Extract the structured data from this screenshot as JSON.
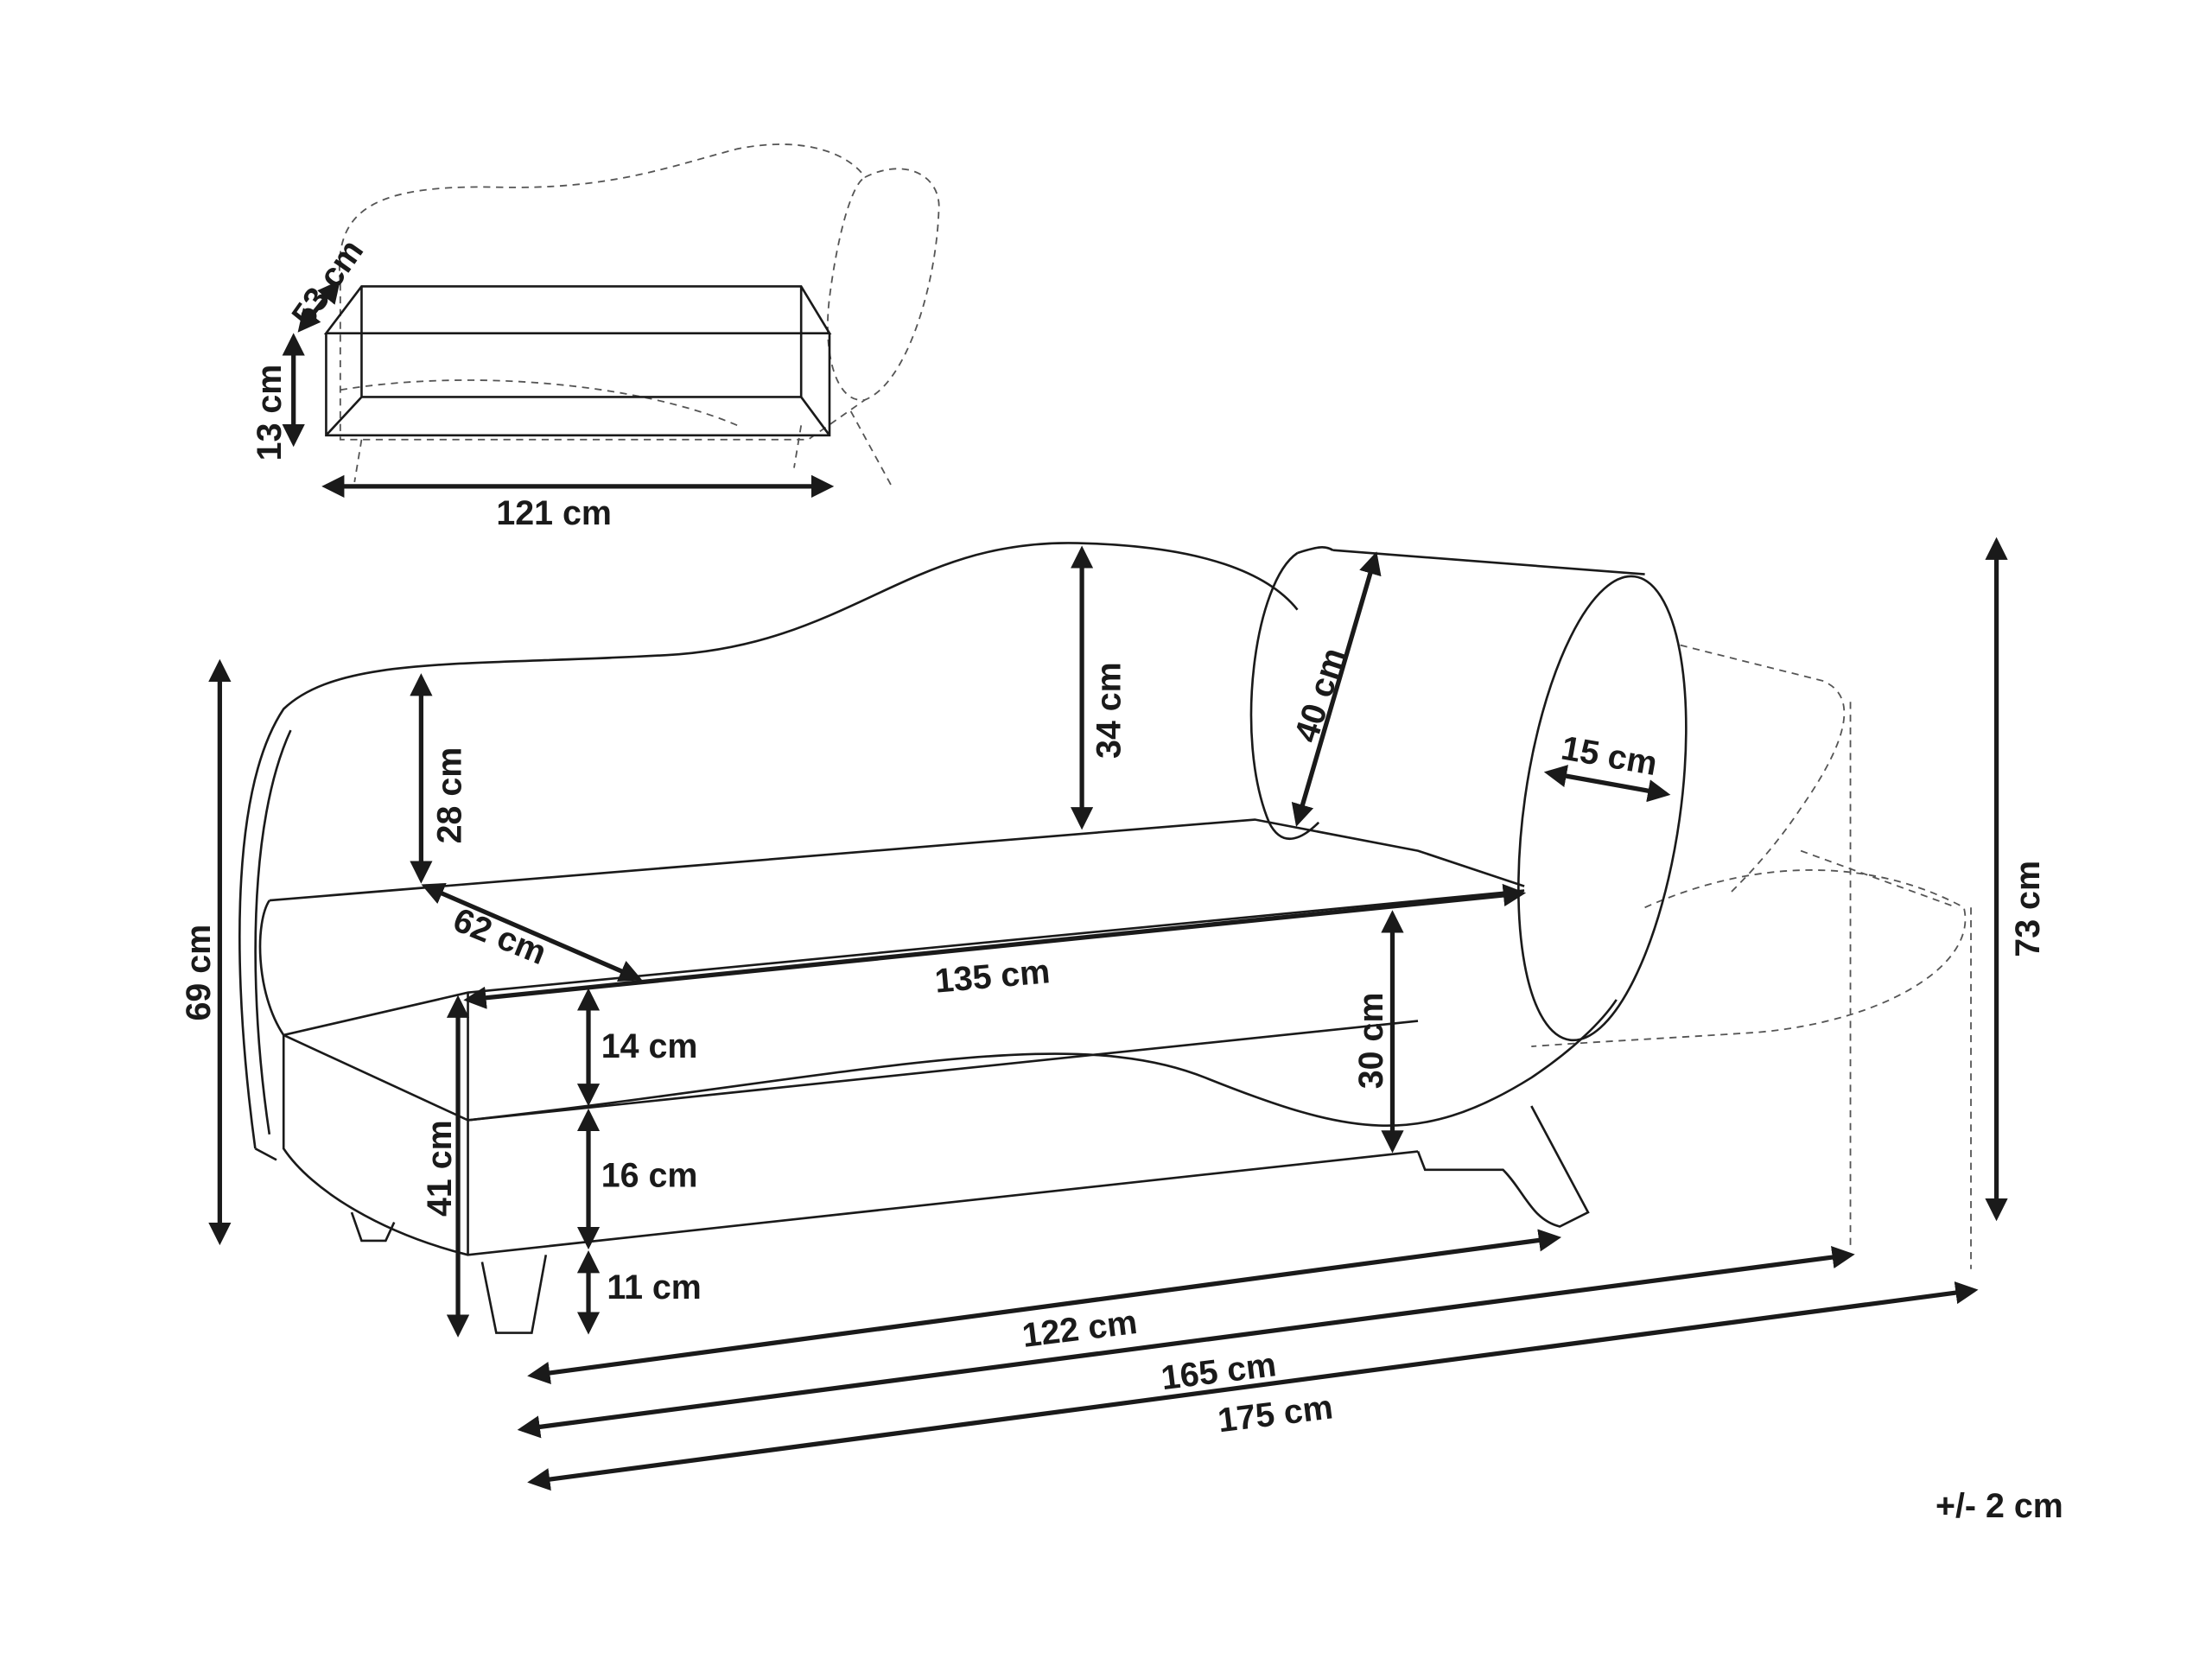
{
  "inset": {
    "depth": "53 cm",
    "height": "13 cm",
    "width": "121 cm"
  },
  "main": {
    "total_height_left": "69 cm",
    "backrest_left": "28 cm",
    "backrest_right": "34 cm",
    "bolster_length": "40 cm",
    "bolster_diameter": "15 cm",
    "total_height_right": "73 cm",
    "seat_depth": "62 cm",
    "seat_length": "135 cm",
    "seat_height_right": "30 cm",
    "cushion": "14 cm",
    "base": "16 cm",
    "legs": "11 cm",
    "seat_height": "41 cm",
    "length_122": "122 cm",
    "length_165": "165 cm",
    "length_175": "175 cm"
  },
  "tolerance": "+/- 2 cm"
}
